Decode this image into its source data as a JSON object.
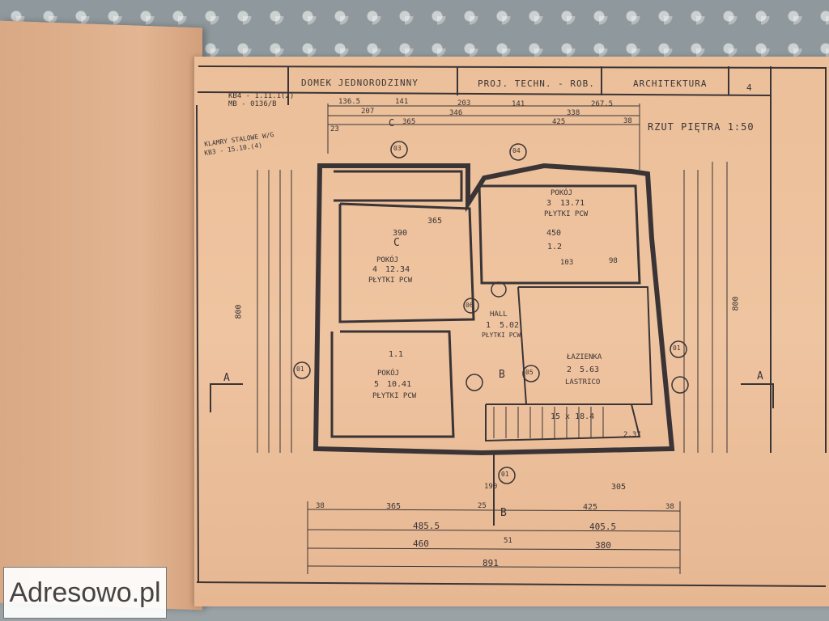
{
  "watermark": {
    "text": "Adresowo.pl"
  },
  "sheet": {
    "code_top": "KB4 - 1.11.1(2)",
    "code_bottom": "MB - 0136/B",
    "title": "DOMEK JEDNORODZINNY",
    "proj": "PROJ. TECHN. - ROB.",
    "section": "ARCHITEKTURA",
    "page_no": "4",
    "plan_title": "RZUT PIĘTRA 1:50",
    "note_line1": "KLAMRY STALOWE W/G",
    "note_line2": "KB3 - 15.10.(4)"
  },
  "rooms": [
    {
      "name": "POKÓJ",
      "no": "3",
      "area": "13.71",
      "floor": "PŁYTKI PCW"
    },
    {
      "name": "POKÓJ",
      "no": "4",
      "area": "12.34",
      "floor": "PŁYTKI PCW"
    },
    {
      "name": "POKÓJ",
      "no": "5",
      "area": "10.41",
      "floor": "PŁYTKI PCW"
    },
    {
      "name": "HALL",
      "no": "1",
      "area": "5.02",
      "floor": "PŁYTKI PCW"
    },
    {
      "name": "ŁAZIENKA",
      "no": "2",
      "area": "5.63",
      "floor": "LASTRICO"
    }
  ],
  "dims": {
    "top_row1": [
      "136.5",
      "141",
      "203",
      "141",
      "267.5"
    ],
    "top_row2": [
      "207",
      "346",
      "338"
    ],
    "top_row3": [
      "23",
      "365",
      "425",
      "38"
    ],
    "bottom_row1": [
      "38",
      "365",
      "25",
      "425",
      "38"
    ],
    "bottom_row2": [
      "485.5",
      "405.5"
    ],
    "bottom_row3": [
      "460",
      "51",
      "380"
    ],
    "bottom_total": "891",
    "below_plan": [
      "190",
      "305"
    ],
    "left_total": "800",
    "right_total": "800",
    "interior": [
      "390",
      "365",
      "450",
      "1.2",
      "103",
      "98",
      "1.1",
      "15 x 18.4",
      "2.37"
    ]
  },
  "marks": {
    "section_a": "A",
    "section_b": "B",
    "section_c": "C",
    "circles": [
      "03",
      "04",
      "01",
      "06",
      "05",
      "01",
      "01"
    ]
  }
}
